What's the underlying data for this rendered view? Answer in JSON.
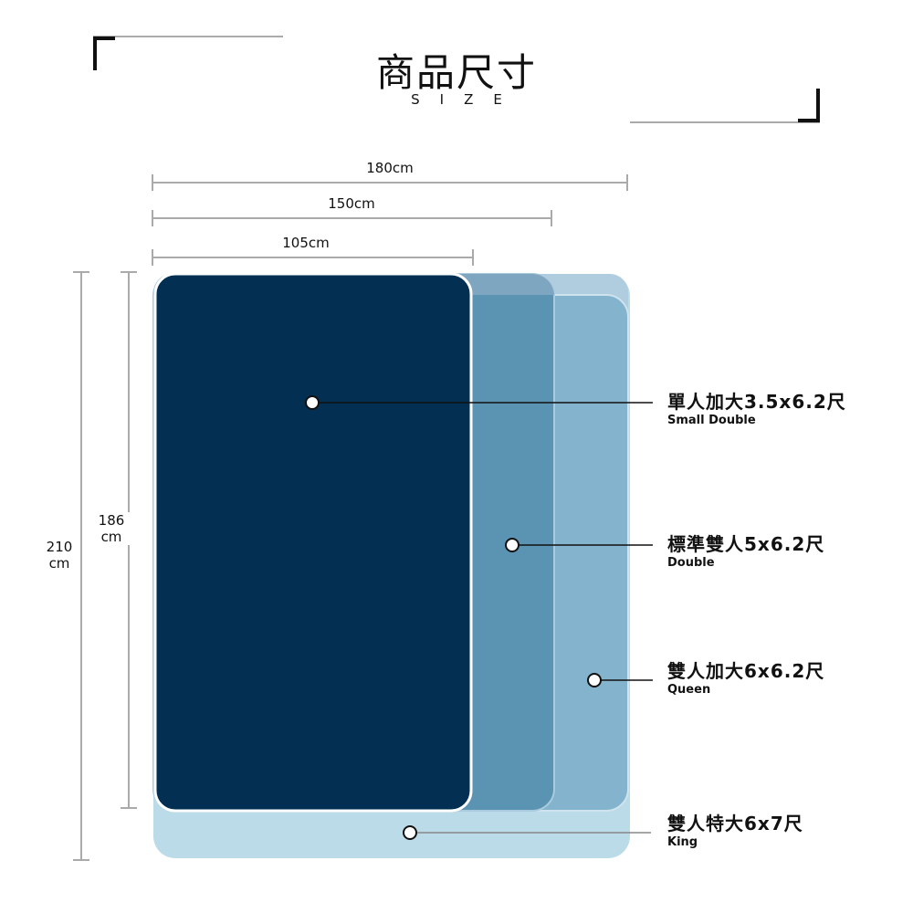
{
  "header": {
    "title": "商品尺寸",
    "subtitle": "SIZE"
  },
  "dimensions": {
    "w180": "180cm",
    "w150": "150cm",
    "w105": "105cm",
    "h210": "210",
    "h210_unit": "cm",
    "h186": "186",
    "h186_unit": "cm"
  },
  "sizes": [
    {
      "label": "單人加大3.5x6.2尺",
      "english": "Small Double",
      "color": "#022f52"
    },
    {
      "label": "標準雙人5x6.2尺",
      "english": "Double",
      "color": "#5b93b3"
    },
    {
      "label": "雙人加大6x6.2尺",
      "english": "Queen",
      "color": "#84b3cd"
    },
    {
      "label": "雙人特大6x7尺",
      "english": "King",
      "color": "#bcdbe8"
    }
  ]
}
